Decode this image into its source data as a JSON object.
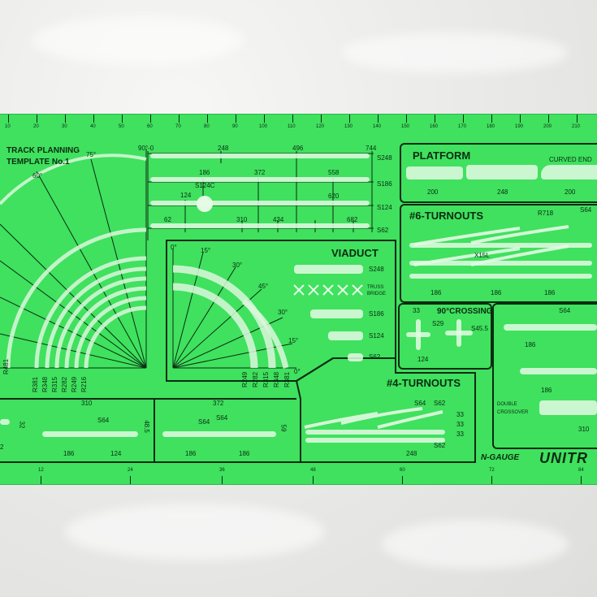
{
  "template": {
    "title_line1": "TRACK PLANNING",
    "title_line2": "TEMPLATE No.1",
    "brand_prefix": "N-GAUGE",
    "brand": "UNITR"
  },
  "top_scale": [
    "10",
    "20",
    "30",
    "40",
    "50",
    "60",
    "70",
    "80",
    "90",
    "100",
    "110",
    "120",
    "130",
    "140",
    "150",
    "160",
    "170",
    "180",
    "190",
    "200",
    "210"
  ],
  "bottom_scale": [
    "12",
    "24",
    "36",
    "48",
    "60",
    "72",
    "84"
  ],
  "fan": {
    "angle_labels": [
      "90°-0",
      "75°",
      "60°"
    ],
    "radius_labels": [
      "R481",
      "R381",
      "R348",
      "R315",
      "R282",
      "R249",
      "R216"
    ]
  },
  "straights": {
    "labels_top": [
      "248",
      "496",
      "744"
    ],
    "labels_mid": [
      "186",
      "372",
      "558"
    ],
    "labels_low": [
      "124",
      "S124C",
      "620"
    ],
    "labels_bottom": [
      "62",
      "310",
      "434",
      "682"
    ],
    "side_labels": [
      "S248",
      "S186",
      "S124",
      "S62"
    ]
  },
  "platform": {
    "title": "PLATFORM",
    "curved_end": "CURVED END",
    "dims": [
      "200",
      "248",
      "200"
    ]
  },
  "turnouts6": {
    "title": "#6-TURNOUTS",
    "labels": [
      "R718",
      "S64",
      "X15L"
    ],
    "dims": [
      "186",
      "186",
      "186"
    ]
  },
  "viaduct": {
    "title": "VIADUCT",
    "angles": [
      "0°",
      "15°",
      "30°",
      "45°",
      "30°",
      "15°",
      "0°"
    ],
    "sizes": [
      "S248",
      "S186",
      "S124",
      "S62"
    ],
    "truss_line1": "TRUSS",
    "truss_line2": "BRIDGE",
    "radii": [
      "R249",
      "R282",
      "R315",
      "R348",
      "R381"
    ]
  },
  "crossing": {
    "title": "90°CROSSING",
    "labels": [
      "33",
      "S29",
      "S45.5"
    ],
    "dim": "124"
  },
  "turnouts4": {
    "title": "#4-TURNOUTS",
    "labels": [
      "S64",
      "S62",
      "S62"
    ],
    "side": [
      "33",
      "33",
      "33"
    ],
    "dims": [
      "248"
    ]
  },
  "right_panel": {
    "labels": [
      "S64",
      "186",
      "186"
    ],
    "double_line1": "DOUBLE",
    "double_line2": "CROSSOVER",
    "dim": "310"
  },
  "bottom_row": {
    "left_dims": [
      "310",
      "186",
      "124",
      "S64",
      "48.5",
      "32",
      "2"
    ],
    "mid_dims": [
      "372",
      "S64",
      "S64",
      "186",
      "186",
      "59"
    ]
  }
}
